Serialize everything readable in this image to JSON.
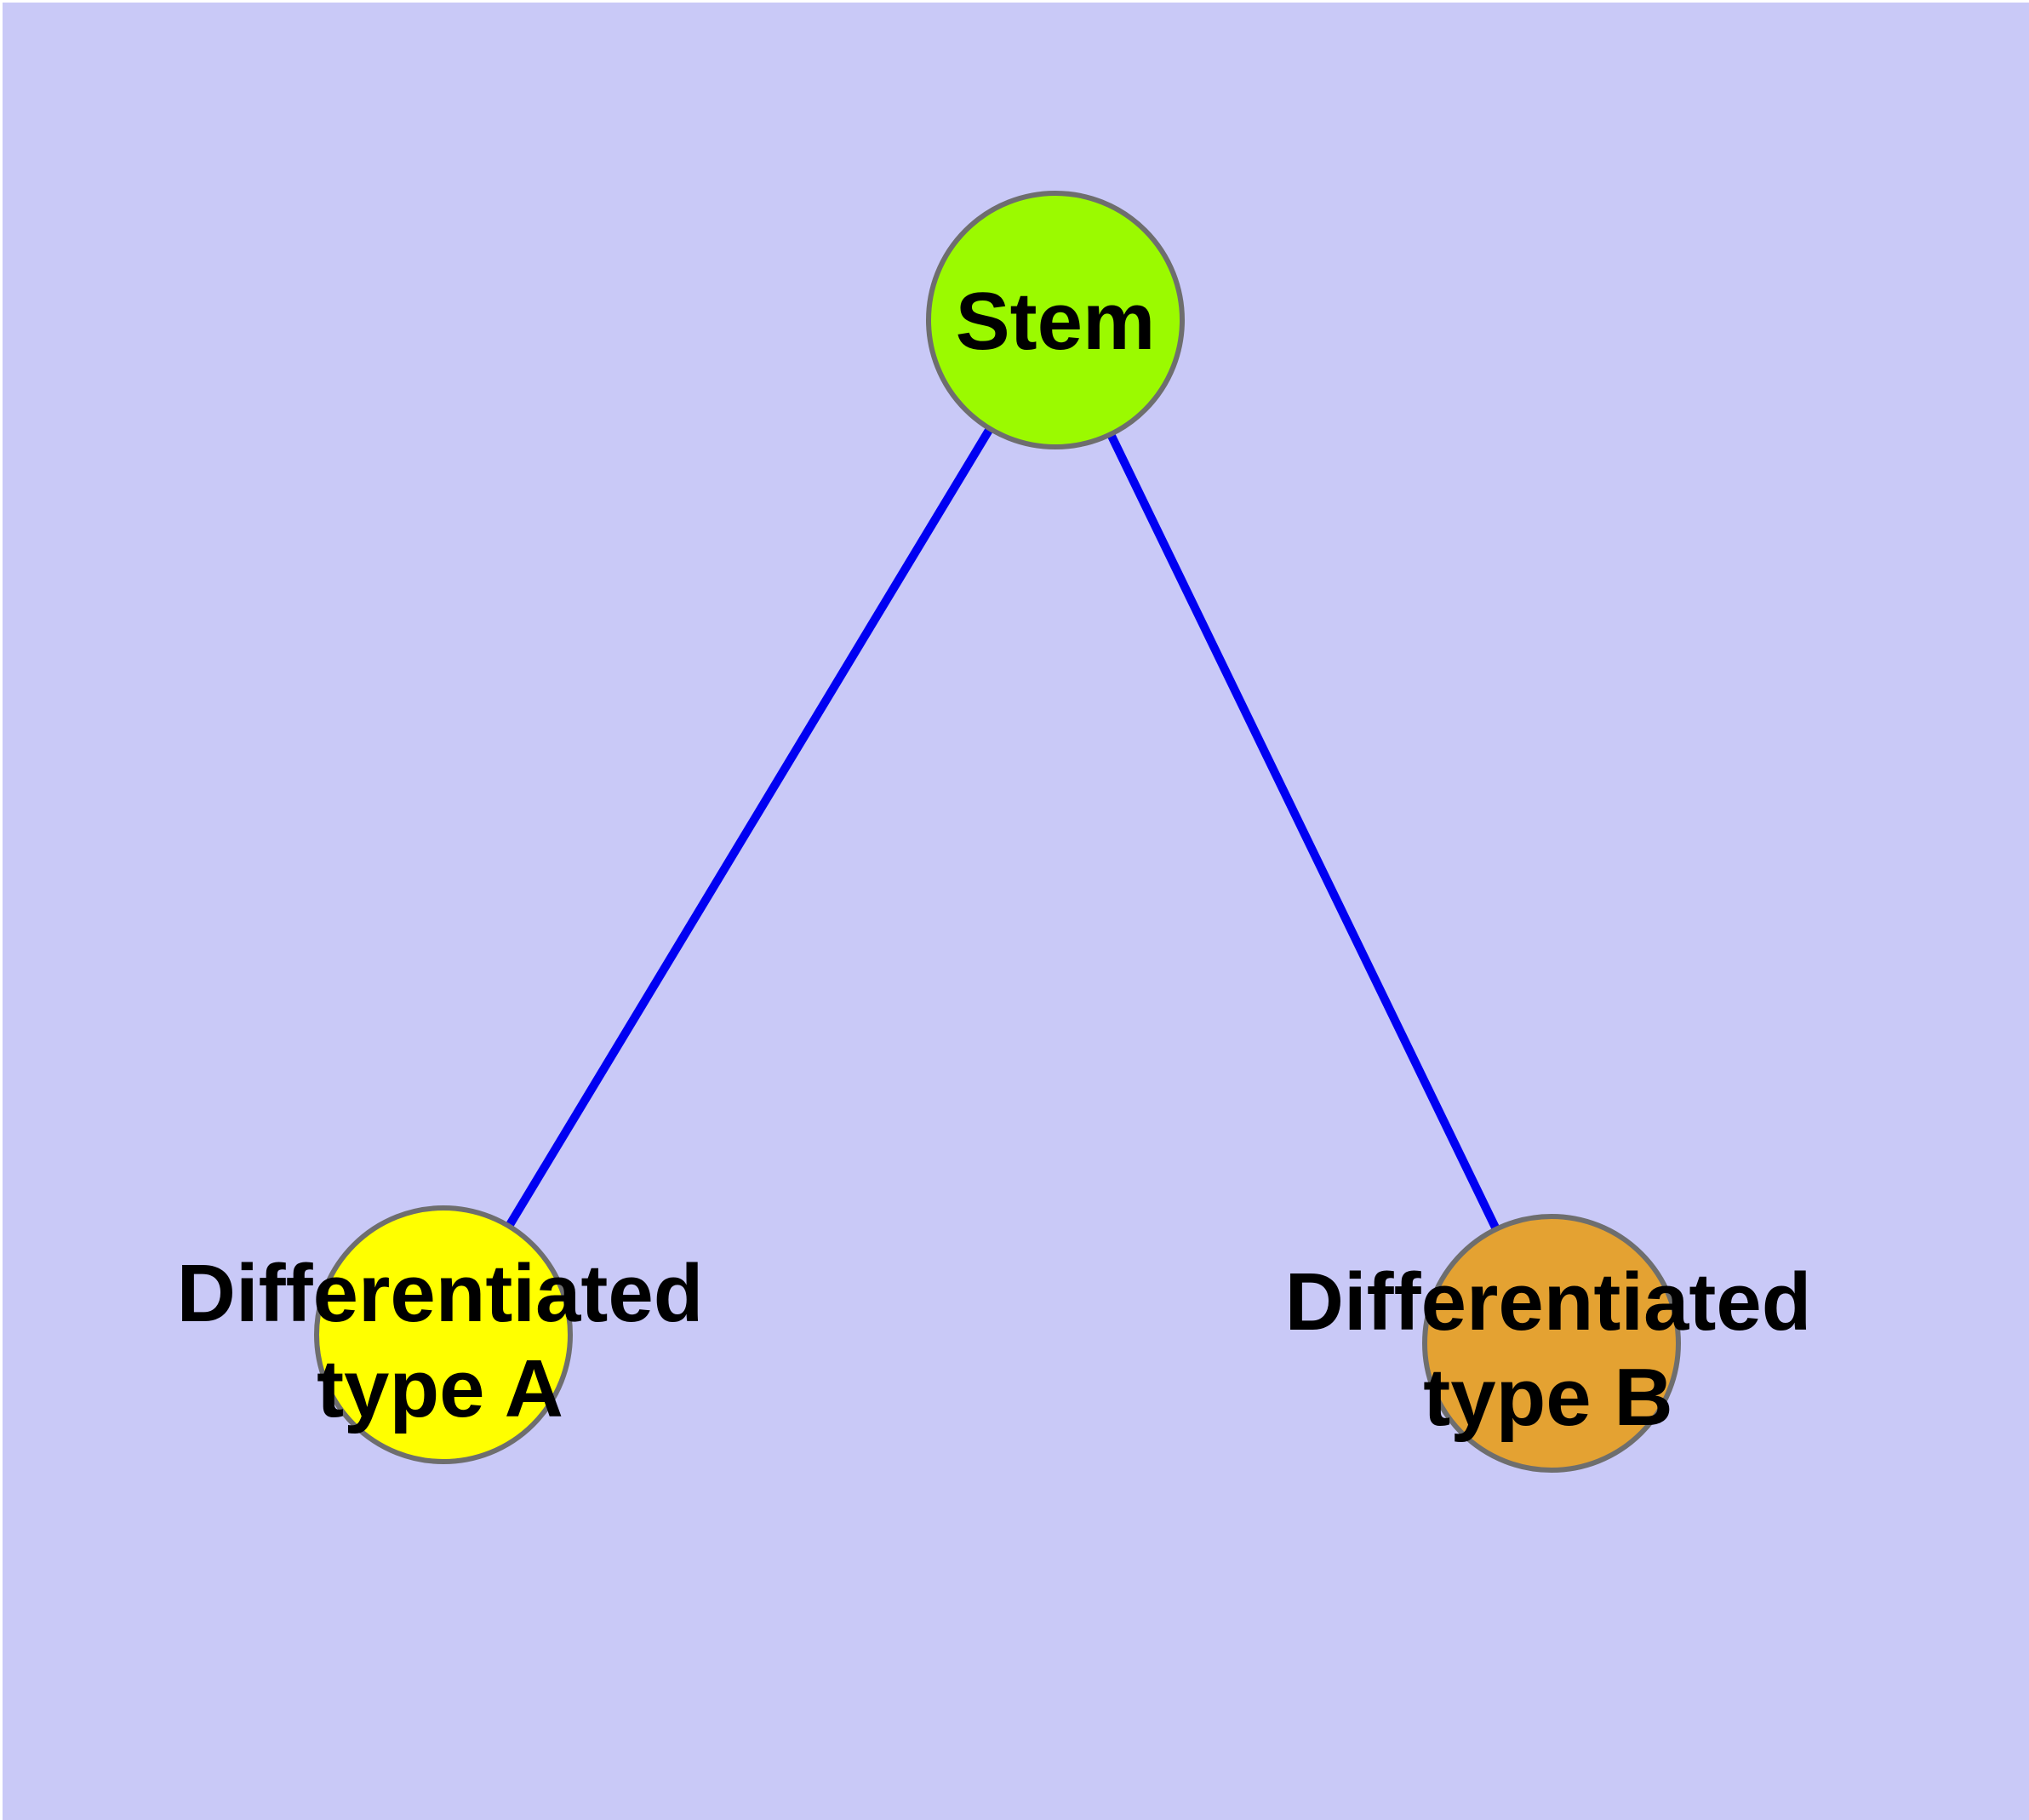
{
  "diagram": {
    "title": "",
    "background_color": "#c9c9f7",
    "edge_color": "#0000f2",
    "node_border_color": "#6e6e6e",
    "label_color": "#000000",
    "nodes": [
      {
        "id": "stem",
        "label": "Stem",
        "fill": "#9bfa00"
      },
      {
        "id": "differentiated-type-a",
        "label_line1": "Differentiated",
        "label_line2": "type A",
        "fill": "#ffff00"
      },
      {
        "id": "differentiated-type-b",
        "label_line1": "Differentiated",
        "label_line2": "type B",
        "fill": "#e4a232"
      }
    ],
    "edges": [
      {
        "from": "Stem",
        "to": "Differentiated type A"
      },
      {
        "from": "Stem",
        "to": "Differentiated type B"
      }
    ]
  }
}
